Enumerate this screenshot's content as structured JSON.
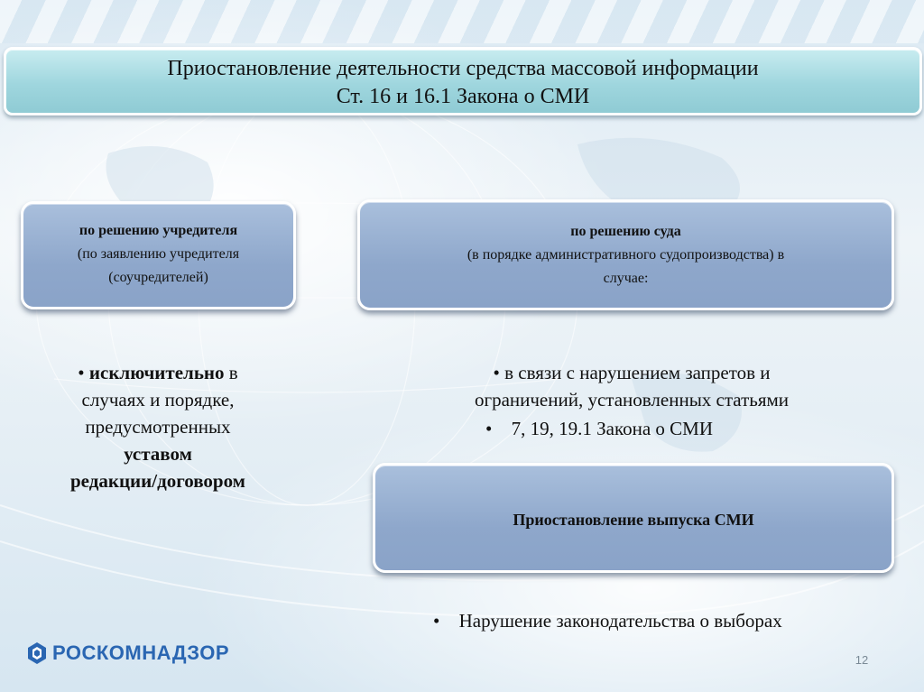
{
  "title": {
    "line1": "Приостановление деятельности средства массовой информации",
    "line2": "Ст. 16 и 16.1 Закона о СМИ"
  },
  "left_box": {
    "bold": "по решению учредителя",
    "line2": "(по заявлению учредителя",
    "line3": "(соучредителей)"
  },
  "right_box": {
    "bold": "по решению суда",
    "line2": "(в порядке административного судопроизводства) в",
    "line3": "случае:"
  },
  "left_bullet": {
    "bullet": "•",
    "bold_start": "исключительно",
    "text1": " в",
    "line2": "случаях и порядке,",
    "line3": "предусмотренных",
    "bold_line4": "уставом",
    "bold_line5": "редакции/договором"
  },
  "right_bullets": {
    "b1_bullet": "•",
    "b1_line1": "в связи с нарушением запретов и",
    "b1_line2": "ограничений, установленных статьями",
    "b2_bullet": "•",
    "b2_text": "7, 19, 19.1  Закона о СМИ",
    "b3_bullet": "•",
    "b3_text": "Нарушение законодательства о выборах"
  },
  "bottom_box": {
    "label": "Приостановление выпуска СМИ"
  },
  "logo": {
    "text": "РОСКОМНАДЗОР",
    "icon": "roskomnadzor-logo-icon",
    "color": "#2a66b2"
  },
  "page_number": "12"
}
